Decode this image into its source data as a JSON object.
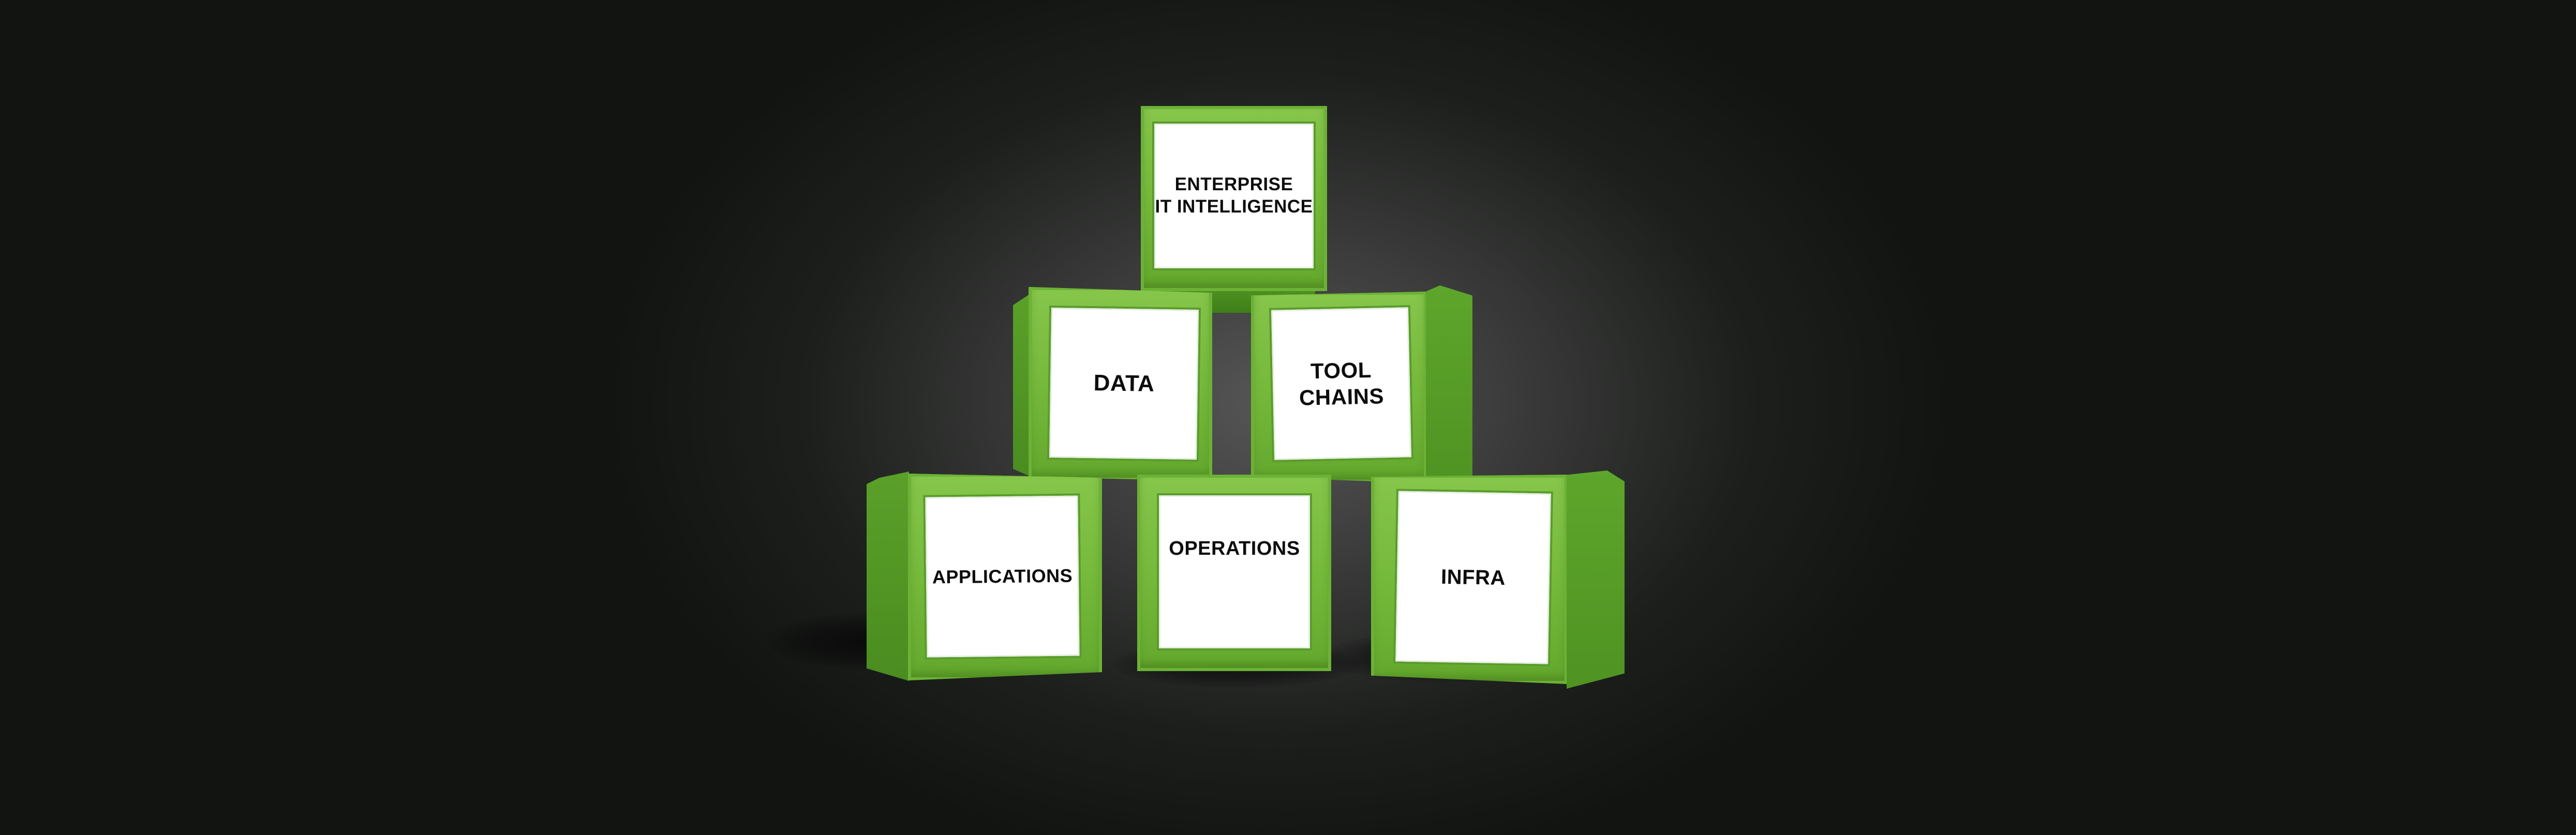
{
  "diagram": {
    "blocks": [
      {
        "id": "top",
        "label": "ENTERPRISE\nIT INTELLIGENCE"
      },
      {
        "id": "data",
        "label": "DATA"
      },
      {
        "id": "toolchains",
        "label": "TOOL\nCHAINS"
      },
      {
        "id": "applications",
        "label": "APPLICATIONS"
      },
      {
        "id": "operations",
        "label": "OPERATIONS"
      },
      {
        "id": "infra",
        "label": "INFRA"
      }
    ]
  },
  "colors": {
    "block_green": "#74b83a",
    "block_side": "#4f9322",
    "panel": "#ffffff",
    "background": "#1d1f1d",
    "text": "#0d0d0d"
  }
}
